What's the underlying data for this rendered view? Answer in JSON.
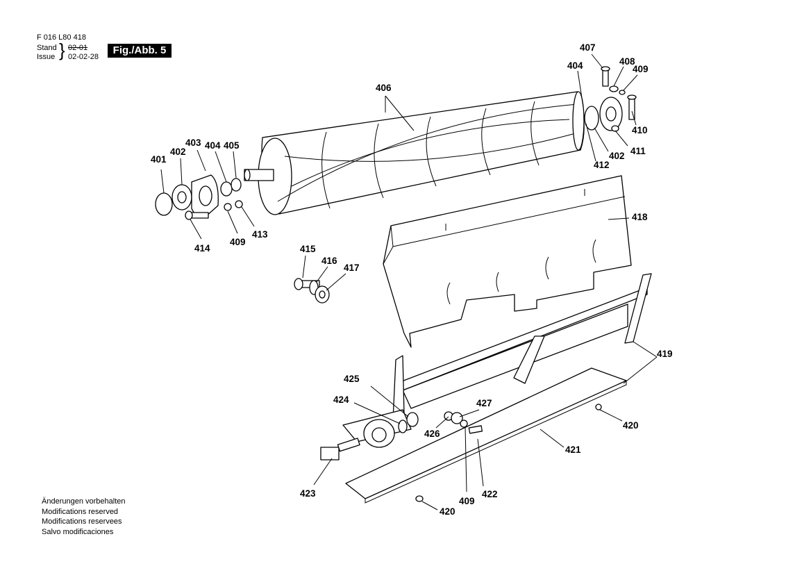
{
  "header": {
    "doc_number": "F 016 L80 418",
    "stand_label": "Stand",
    "issue_label": "Issue",
    "stand_date": "02-01",
    "issue_date": "02-02-28",
    "brace": "}",
    "figure_label": "Fig./Abb. 5"
  },
  "callouts": {
    "c401": "401",
    "c402a": "402",
    "c403": "403",
    "c404a": "404",
    "c405": "405",
    "c406": "406",
    "c404b": "404",
    "c407": "407",
    "c408": "408",
    "c409a": "409",
    "c410": "410",
    "c411": "411",
    "c402b": "402",
    "c412": "412",
    "c409b": "409",
    "c413": "413",
    "c414": "414",
    "c415": "415",
    "c416": "416",
    "c417": "417",
    "c418": "418",
    "c419": "419",
    "c420a": "420",
    "c420b": "420",
    "c421": "421",
    "c422": "422",
    "c409c": "409",
    "c423": "423",
    "c424": "424",
    "c425": "425",
    "c426": "426",
    "c427": "427"
  },
  "footer": {
    "lines": [
      "Änderungen vorbehalten",
      "Modifications reserved",
      "Modifications reservees",
      "Salvo modificaciones"
    ]
  }
}
